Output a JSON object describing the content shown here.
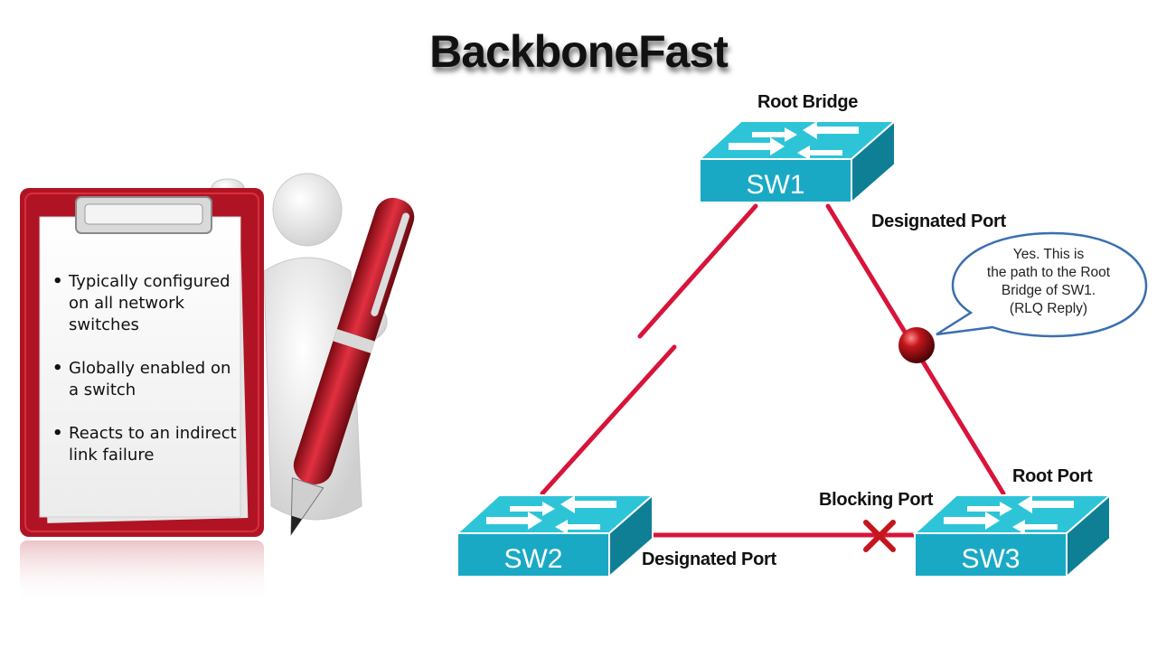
{
  "title": "BackboneFast",
  "clipboard": {
    "bullets": [
      "Typically configured on all network switches",
      "Globally enabled on a switch",
      "Reacts to an indirect link failure"
    ]
  },
  "switches": {
    "sw1": "SW1",
    "sw2": "SW2",
    "sw3": "SW3"
  },
  "labels": {
    "root_bridge": "Root Bridge",
    "designated_port_sw1": "Designated Port",
    "root_port": "Root Port",
    "blocking_port": "Blocking Port",
    "designated_port_sw2": "Designated Port"
  },
  "callout": {
    "lines": [
      "Yes. This is",
      "the path to the Root",
      "Bridge of SW1.",
      "(RLQ Reply)"
    ]
  },
  "colors": {
    "link": "#d8143a",
    "switch_top": "#2ec4d8",
    "switch_front": "#1aa9c4",
    "switch_side": "#0f7f96",
    "clipboard": "#b01424",
    "callout_border": "#3a6fb0"
  }
}
